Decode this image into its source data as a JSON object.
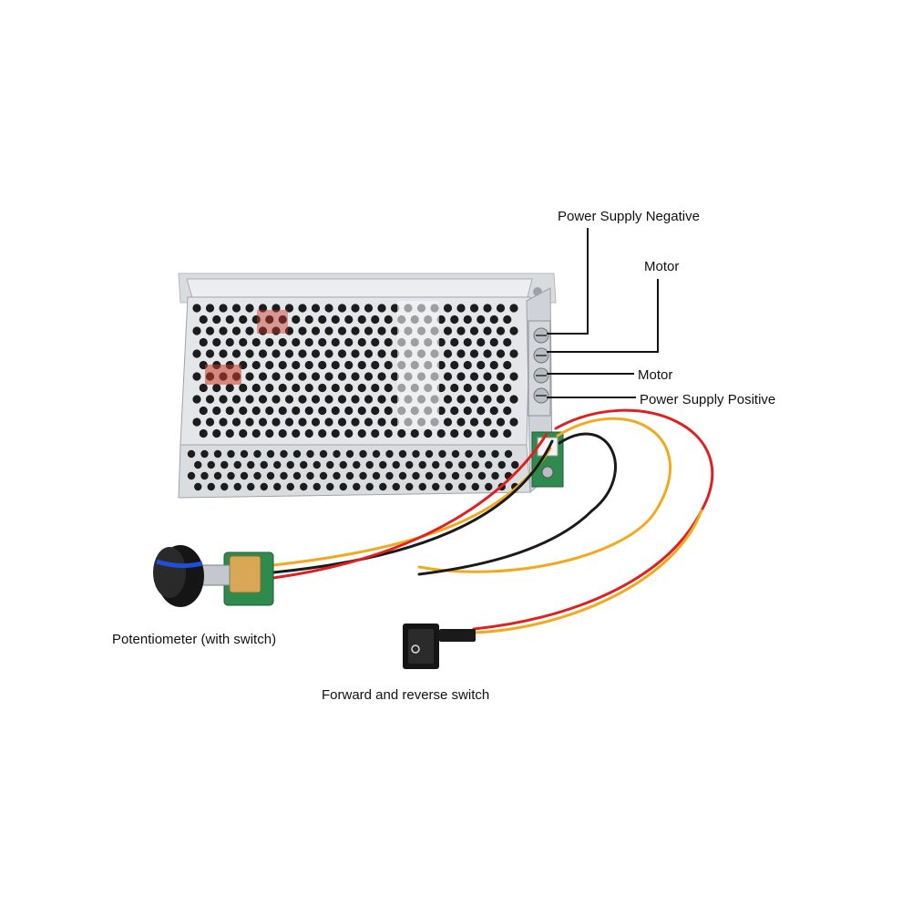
{
  "callouts": {
    "power_supply_negative": "Power Supply Negative",
    "motor_top": "Motor",
    "motor_middle": "Motor",
    "power_supply_positive": "Power Supply Positive",
    "potentiometer": "Potentiometer (with switch)",
    "forward_reverse_switch": "Forward and reverse switch"
  },
  "colors": {
    "background": "#ffffff",
    "enclosure": "#e6e8ea",
    "enclosure_shadow": "#b9bdc1",
    "hole": "#1c1c1c",
    "wire_red": "#e02020",
    "wire_black": "#1a1a1a",
    "wire_orange": "#f2a91e",
    "knob": "#151515",
    "knob_stripe": "#1e4fd8",
    "pcb_green": "#2f8a4e",
    "leader_line": "#111111"
  }
}
